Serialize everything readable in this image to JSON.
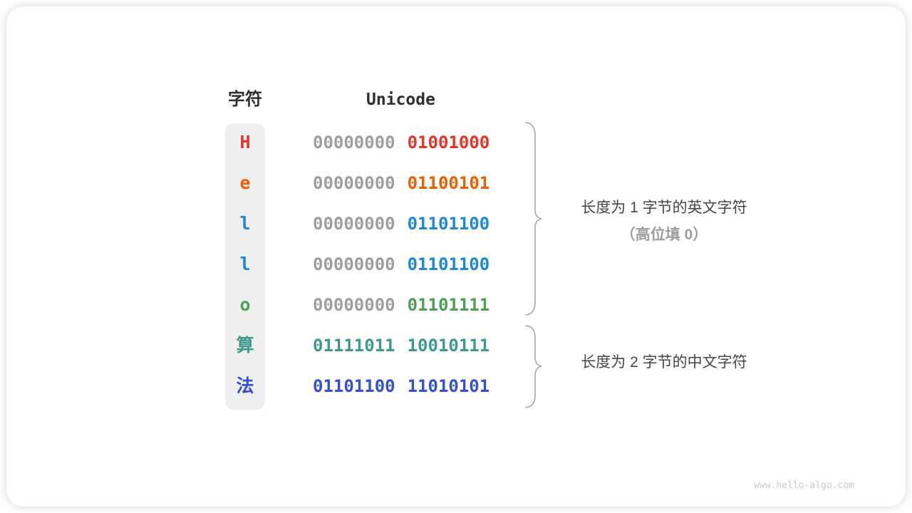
{
  "header": {
    "char": "字符",
    "unicode": "Unicode"
  },
  "colors": {
    "red": "#e53528",
    "orange": "#ed5e00",
    "blue": "#1d87d8",
    "green": "#4fa055",
    "teal": "#3c9a8d",
    "royal_blue": "#3350d2",
    "gray_byte": "#9e9e9e",
    "char_column_bg": "#efefef",
    "brace": "#a6a6a6"
  },
  "rows": [
    {
      "char": "H",
      "byte1": "00000000",
      "byte2": "01001000",
      "char_color": "#e53528",
      "byte1_color": "#9e9e9e",
      "byte2_color": "#e53528"
    },
    {
      "char": "e",
      "byte1": "00000000",
      "byte2": "01100101",
      "char_color": "#ed5e00",
      "byte1_color": "#9e9e9e",
      "byte2_color": "#ed5e00"
    },
    {
      "char": "l",
      "byte1": "00000000",
      "byte2": "01101100",
      "char_color": "#1d87d8",
      "byte1_color": "#9e9e9e",
      "byte2_color": "#1d87d8"
    },
    {
      "char": "l",
      "byte1": "00000000",
      "byte2": "01101100",
      "char_color": "#1d87d8",
      "byte1_color": "#9e9e9e",
      "byte2_color": "#1d87d8"
    },
    {
      "char": "o",
      "byte1": "00000000",
      "byte2": "01101111",
      "char_color": "#4fa055",
      "byte1_color": "#9e9e9e",
      "byte2_color": "#4fa055"
    },
    {
      "char": "算",
      "byte1": "01111011",
      "byte2": "10010111",
      "char_color": "#3c9a8d",
      "byte1_color": "#3c9a8d",
      "byte2_color": "#3c9a8d"
    },
    {
      "char": "法",
      "byte1": "01101100",
      "byte2": "11010101",
      "char_color": "#3350d2",
      "byte1_color": "#3350d2",
      "byte2_color": "#3350d2"
    }
  ],
  "annotations": {
    "english": {
      "line1": "长度为 1 字节的英文字符",
      "line2": "（高位填 0）"
    },
    "chinese": {
      "line1": "长度为 2 字节的中文字符"
    }
  },
  "watermark": "www.hello-algo.com"
}
